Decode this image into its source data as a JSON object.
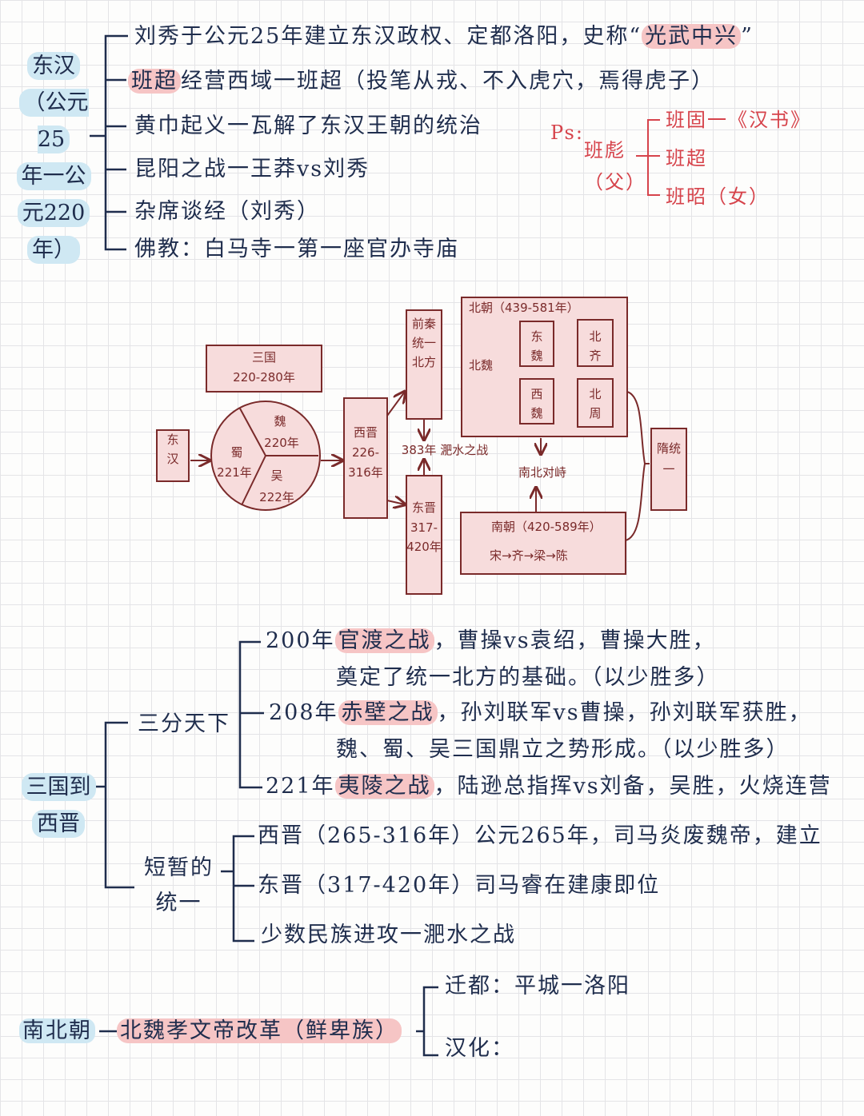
{
  "east_han": {
    "tag_lines": [
      "东汉",
      "（公元25",
      "年一公",
      "元220",
      "年）"
    ],
    "items": [
      {
        "prefix": "刘秀于公元25年建立东汉政权、定都洛阳，史称“",
        "highlight": "光武中兴",
        "suffix": "”"
      },
      {
        "highlight": "班超",
        "suffix": "经营西域一班超（投笔从戎、不入虎穴，焉得虎子）"
      },
      {
        "text": "黄巾起义一瓦解了东汉王朝的统治"
      },
      {
        "text": "昆阳之战一王莽vs刘秀"
      },
      {
        "text": "杂席谈经（刘秀）"
      },
      {
        "text": "佛教：白马寺一第一座官办寺庙"
      }
    ],
    "ps": {
      "label": "Ps:",
      "father": "班彪",
      "father_note": "（父）",
      "children": [
        "班固一《汉书》",
        "班超",
        "班昭（女）"
      ]
    }
  },
  "flow": {
    "three_kingdoms": {
      "name": "三国",
      "years": "220-280年"
    },
    "east_han_box": "东汉",
    "circle": {
      "wei": {
        "name": "魏",
        "year": "220年"
      },
      "shu": {
        "name": "蜀",
        "year": "221年"
      },
      "wu": {
        "name": "吴",
        "year": "222年"
      }
    },
    "west_jin": {
      "name": "西晋",
      "years": "226-316年"
    },
    "qian_qin": "前秦统一北方",
    "feishui": "383年 淝水之战",
    "east_jin": {
      "name": "东晋",
      "years": "317-420年"
    },
    "north_dyn": {
      "title": "北朝（439-581年）",
      "bei_wei": "北魏",
      "dong_wei": "东魏",
      "bei_qi": "北齐",
      "xi_wei": "西魏",
      "bei_zhou": "北周"
    },
    "duizhi": "南北对峙",
    "south_dyn": {
      "title": "南朝（420-589年）",
      "seq": "宋→齐→梁→陈"
    },
    "sui": "隋统一"
  },
  "three_to_jin": {
    "tag_lines": [
      "三国到",
      "西晋"
    ],
    "branch1": {
      "label": "三分天下"
    },
    "battles": [
      {
        "year": "200年",
        "name": "官渡之战",
        "desc": "，曹操vs袁绍，曹操大胜，",
        "desc2": "奠定了统一北方的基础。（以少胜多）"
      },
      {
        "year": "208年",
        "name": "赤壁之战",
        "desc": "，孙刘联军vs曹操，孙刘联军获胜，",
        "desc2": "魏、蜀、吴三国鼎立之势形成。（以少胜多）"
      },
      {
        "year": "221年",
        "name": "夷陵之战",
        "desc": "，陆逊总指挥vs刘备，吴胜，火烧连营"
      }
    ],
    "branch2": {
      "label_lines": [
        "短暂的",
        "统一"
      ]
    },
    "jin_items": [
      "西晋（265-316年）公元265年，司马炎废魏帝，建立",
      "东晋（317-420年）司马睿在建康即位",
      "少数民族进攻一淝水之战"
    ]
  },
  "nanbei": {
    "tag": "南北朝",
    "reform": "北魏孝文帝改革（鲜卑族）",
    "items": [
      "迁都：平城一洛阳",
      "汉化："
    ]
  },
  "colors": {
    "ink": "#1f2d4d",
    "red": "#d6434b",
    "box": "#7a2a2a",
    "box_fill": "#f7dcdc",
    "blue_hl": "#cfe8f3",
    "pink_hl": "#f6c5c5"
  }
}
